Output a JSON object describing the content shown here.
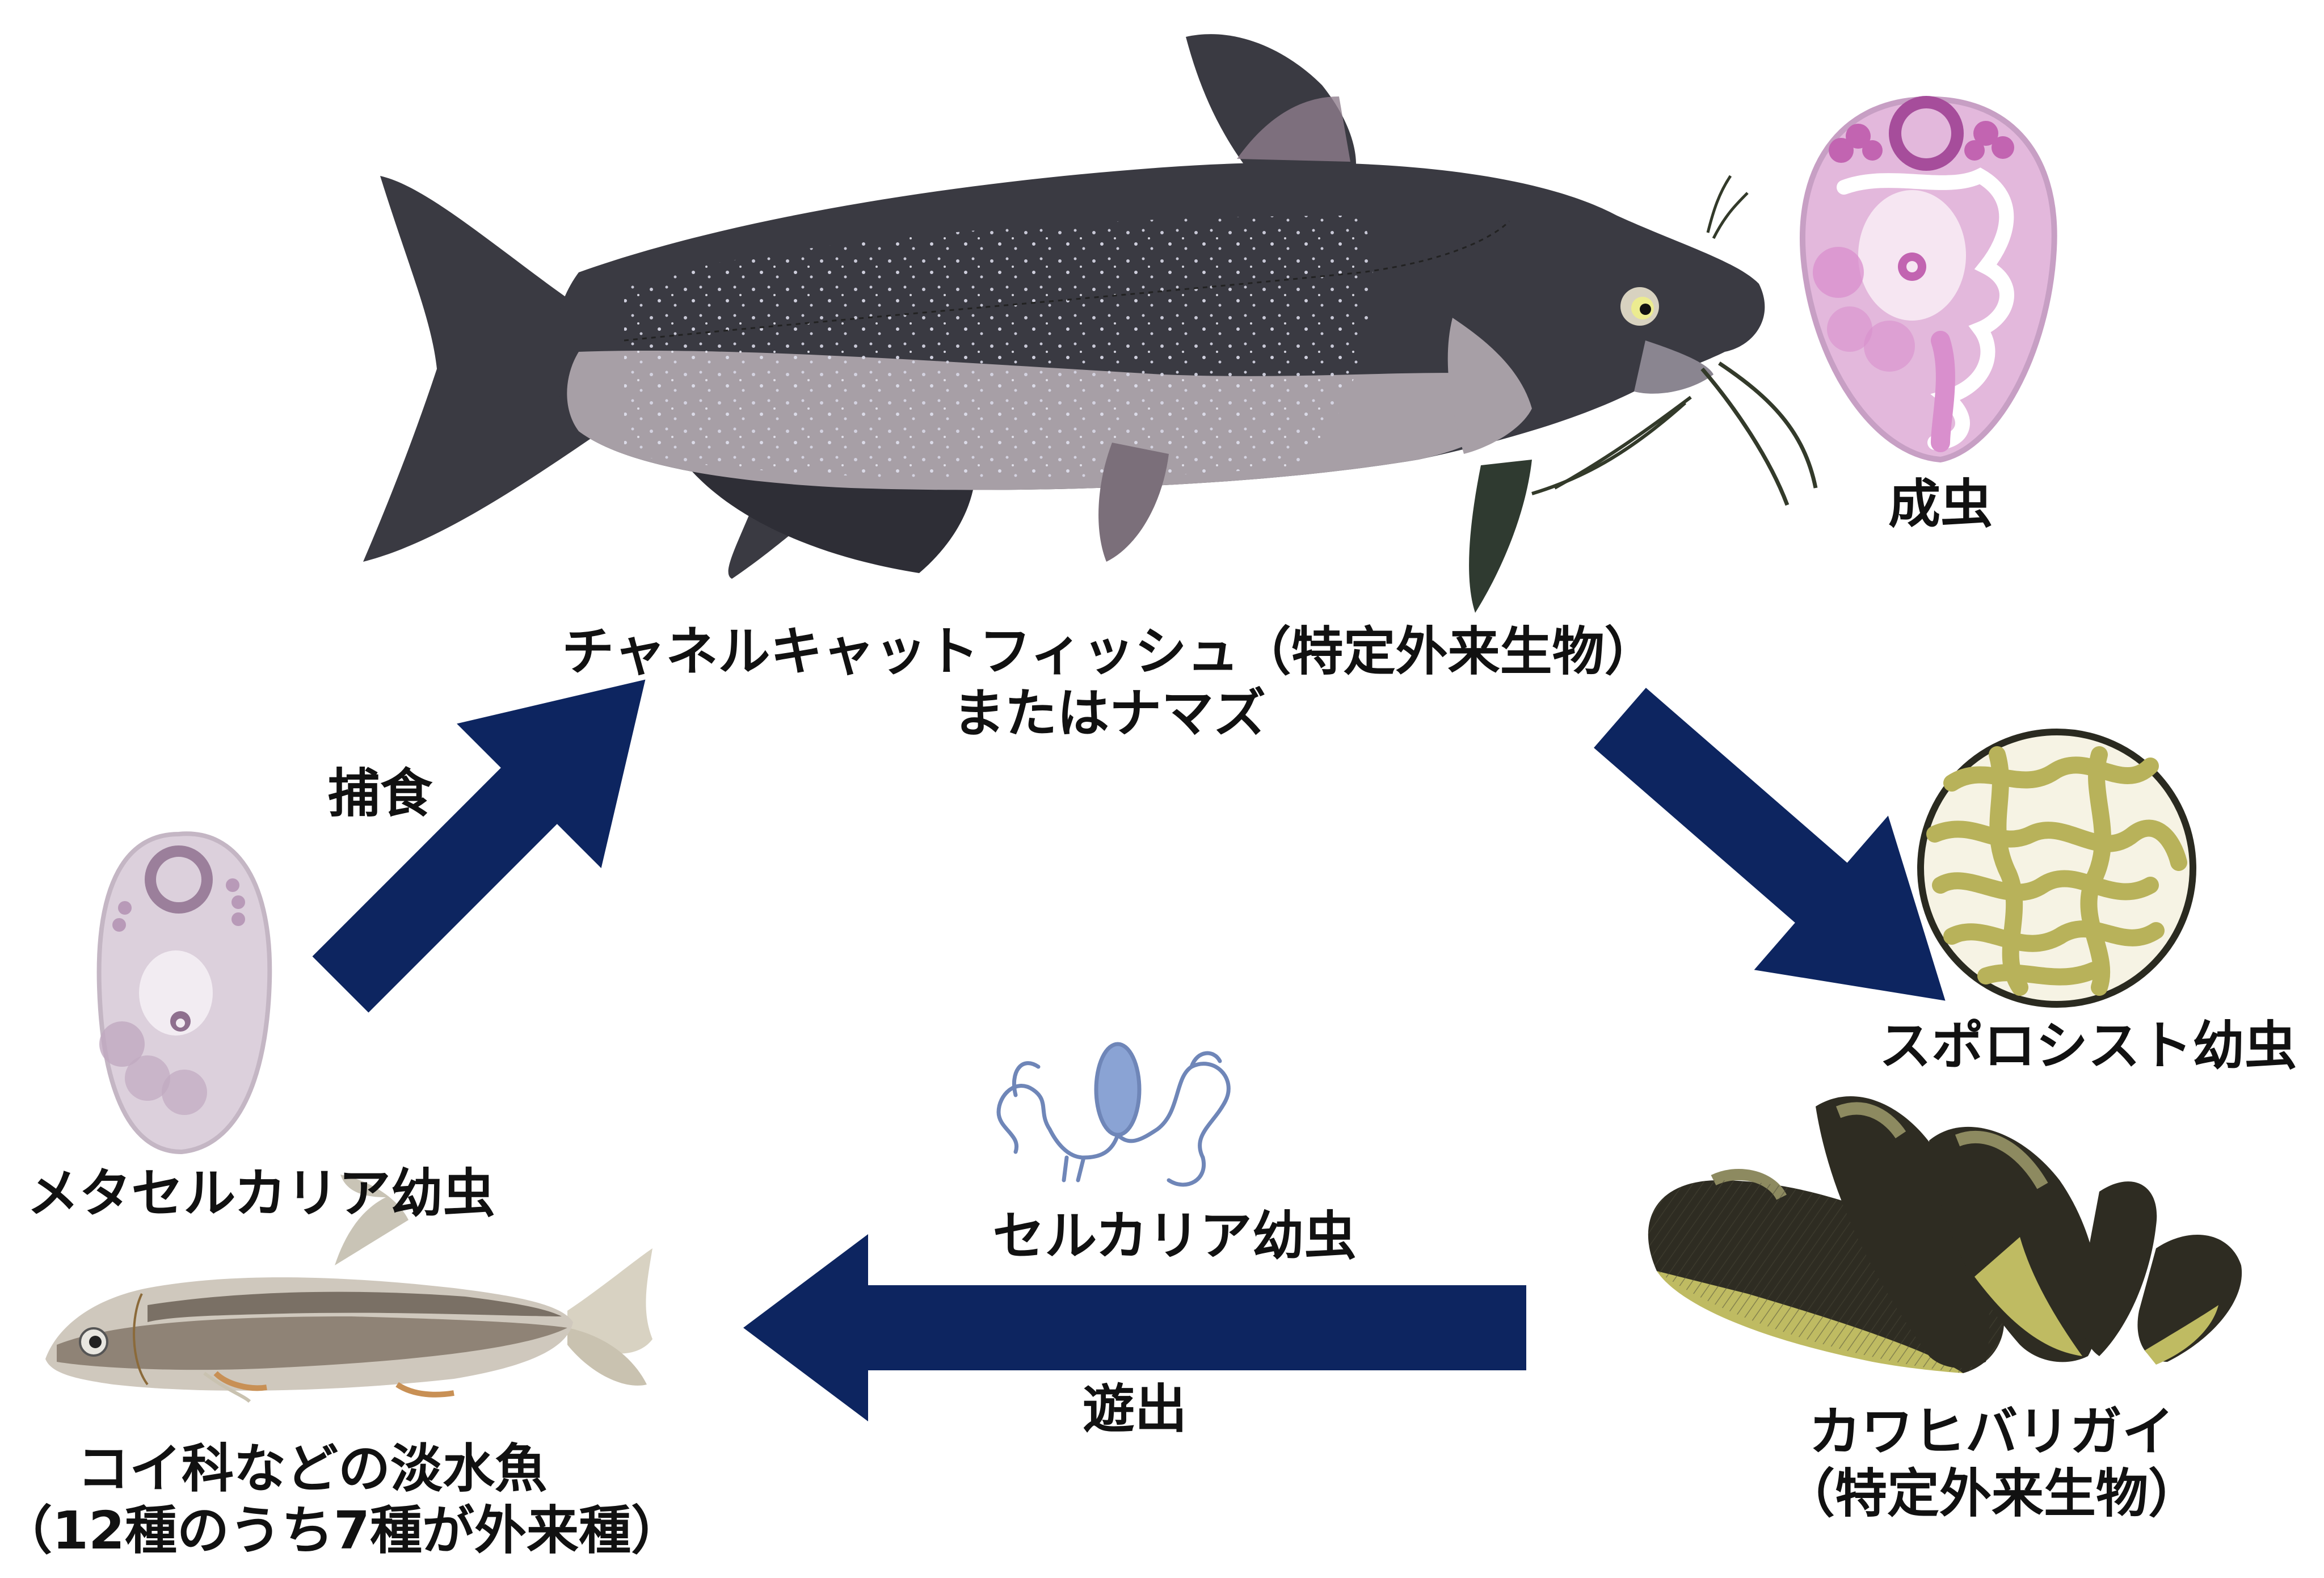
{
  "colors": {
    "arrow": "#0d2560",
    "catfish_dark": "#3a3a42",
    "catfish_belly": "#a79fa6",
    "adult_fill": "#e3b8dc",
    "sporocyst_fill": "#f6f3e4",
    "sporocyst_worm": "#b8b25a",
    "mussel_dark": "#2e2c22",
    "mussel_light": "#bfbb62",
    "metacercaria_fill": "#dcd0dc",
    "cercaria_line": "#6f86b8"
  },
  "icons": {
    "catfish": "catfish-illustration",
    "adult": "adult-fluke-icon",
    "sporocyst": "sporocyst-icon",
    "mussel": "mussel-cluster-icon",
    "cercaria": "cercaria-icon",
    "metacercaria": "metacercaria-icon",
    "small_fish": "cyprinid-fish-icon"
  },
  "labels": {
    "host_definitive_line1": "チャネルキャットフィッシュ（特定外来生物）",
    "host_definitive_line2": "またはナマズ",
    "adult": "成虫",
    "sporocyst": "スポロシスト幼虫",
    "host_first_line1": "カワヒバリガイ",
    "host_first_line2": "（特定外来生物）",
    "cercaria": "セルカリア幼虫",
    "release": "遊出",
    "metacercaria": "メタセルカリア幼虫",
    "host_second_line1": "コイ科などの淡水魚",
    "host_second_line2": "（12種のうち7種が外来種）",
    "predation": "捕食"
  }
}
